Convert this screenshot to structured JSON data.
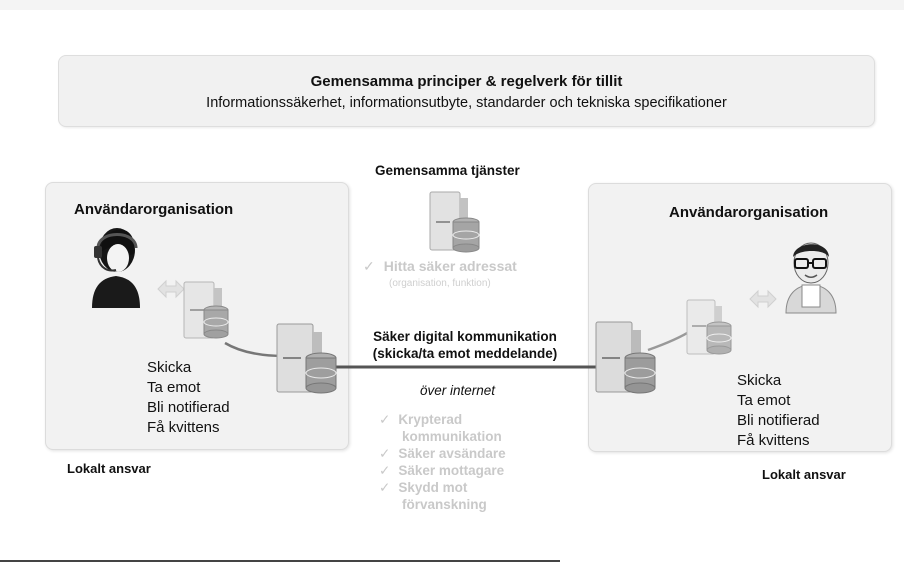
{
  "banner": {
    "title": "Gemensamma principer & regelverk för tillit",
    "subtitle": "Informationssäkerhet, informationsutbyte, standarder och tekniska specifikationer"
  },
  "shared_services": {
    "title": "Gemensamma tjänster",
    "item_title": "Hitta säker adressat",
    "item_sub": "(organisation, funktion)"
  },
  "left_org": {
    "title": "Användarorganisation",
    "actions": [
      "Skicka",
      "Ta emot",
      "Bli notifierad",
      "Få kvittens"
    ],
    "footer": "Lokalt ansvar"
  },
  "right_org": {
    "title": "Användarorganisation",
    "actions": [
      "Skicka",
      "Ta emot",
      "Bli notifierad",
      "Få kvittens"
    ],
    "footer": "Lokalt ansvar"
  },
  "communication": {
    "line1": "Säker digital kommunikation",
    "line2": "(skicka/ta emot meddelande)",
    "via": "över internet"
  },
  "security_features": [
    "Krypterad",
    "kommunikation",
    "Säker avsändare",
    "Säker mottagare",
    "Skydd mot",
    "förvanskning"
  ],
  "colors": {
    "box_bg": "#f2f2f2",
    "faded_text": "#c9c9c9",
    "server_body": "#d7d7d7",
    "disk_fill": "#a8a8a8"
  },
  "icons": [
    "person-headset-icon",
    "person-glasses-icon",
    "server-icon",
    "arrow-icon",
    "checkmark-icon"
  ]
}
